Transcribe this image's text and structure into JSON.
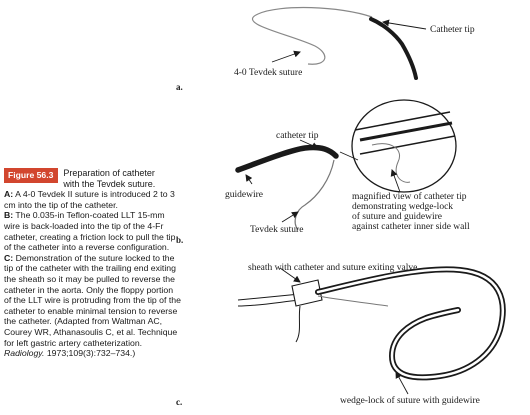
{
  "caption": {
    "badge": "Figure 56.3",
    "heading": "Preparation of catheter with the Tevdek suture.",
    "a_key": "A:",
    "a_text": " A 4-0 Tevdek II suture is introduced 2 to 3 cm into the tip of the catheter.",
    "b_key": "B:",
    "b_text": " The 0.035-in Teflon-coated LLT 15-mm wire is back-loaded into the tip of the 4-Fr catheter, creating a friction lock to pull the tip of the catheter into a reverse configuration.",
    "c_key": "C:",
    "c_text": " Demonstration of the suture locked to the tip of the catheter with the trailing end exiting the sheath so it may be pulled to reverse the catheter in the aorta. Only the floppy portion of the LLT wire is protruding from the tip of the catheter to enable minimal tension to reverse the catheter. (Adapted from Waltman AC, Courey WR, Athanasoulis C, et al. Technique for left gastric artery catheterization.",
    "journal": "Radiology.",
    "citation": " 1973;109(3):732–734.)"
  },
  "panel_a": {
    "label": "a.",
    "catheter_tip": "Catheter tip",
    "suture": "4-0 Tevdek suture"
  },
  "panel_b": {
    "label": "b.",
    "catheter_tip": "catheter tip",
    "guidewire": "guidewire",
    "suture": "Tevdek suture",
    "magnified_1": "magnified view of catheter tip",
    "magnified_2": "demonstrating wedge-lock",
    "magnified_3": "of suture and guidewire",
    "magnified_4": "against catheter inner side wall"
  },
  "panel_c": {
    "label": "c.",
    "sheath": "sheath with catheter and suture exiting valve",
    "wedge": "wedge-lock of suture with guidewire"
  }
}
